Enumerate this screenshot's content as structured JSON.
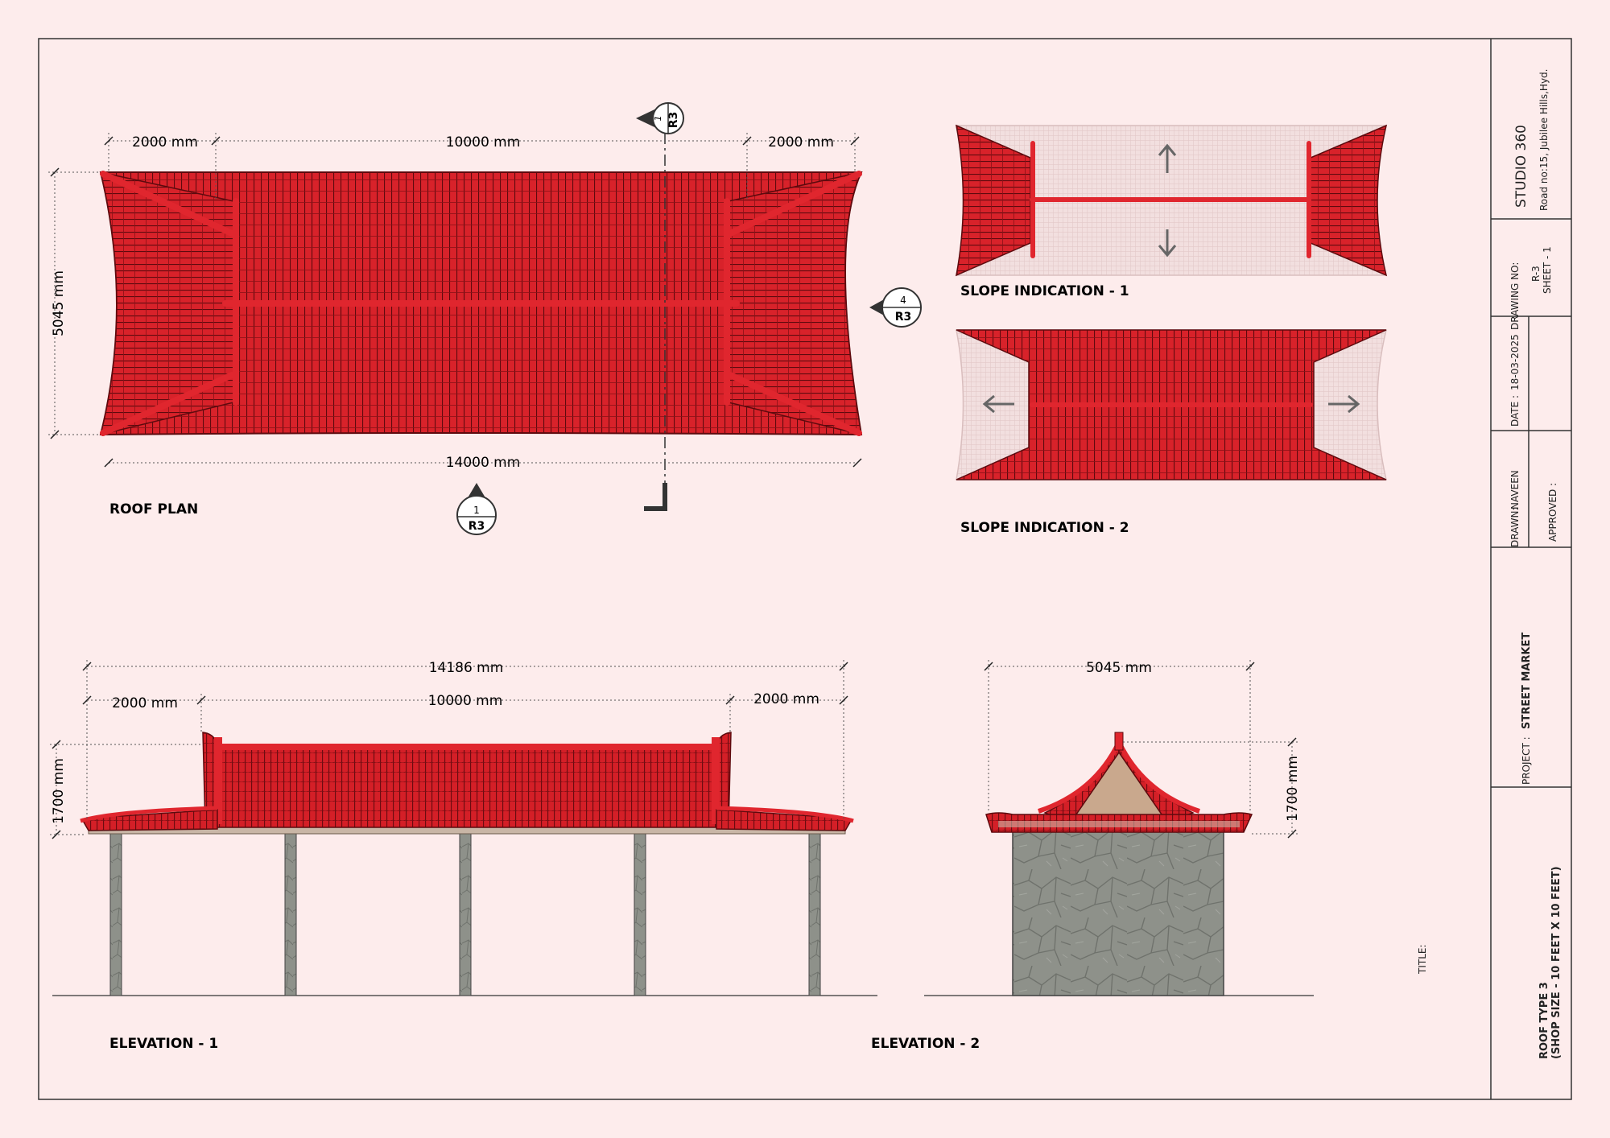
{
  "roof_plan": {
    "title": "ROOF PLAN",
    "dim_left": "2000 mm",
    "dim_mid": "10000 mm",
    "dim_right": "2000 mm",
    "dim_total": "14000 mm",
    "dim_depth": "5045 mm"
  },
  "section_markers": {
    "top": {
      "num": "1",
      "ref": "R3"
    },
    "bottom": {
      "num": "1",
      "ref": "R3"
    },
    "side": {
      "num": "4",
      "ref": "R3"
    }
  },
  "slope1": {
    "title": "SLOPE INDICATION - 1"
  },
  "slope2": {
    "title": "SLOPE INDICATION - 2"
  },
  "elevation1": {
    "title": "ELEVATION - 1",
    "dim_total": "14186  mm",
    "dim_left": "2000 mm",
    "dim_mid": "10000 mm",
    "dim_right": "2000 mm",
    "dim_height": "1700 mm"
  },
  "elevation2": {
    "title": "ELEVATION - 2",
    "dim_width": "5045 mm",
    "dim_height": "1700 mm"
  },
  "title_block": {
    "studio": "STUDIO 360",
    "address": "Road no:15, Jubilee Hills,Hyd.",
    "drawing_no_label": "DRAWING NO:",
    "drawing_no": "R-3",
    "sheet": "SHEET - 1",
    "date_label": "DATE :",
    "date": "18-03-2025",
    "drawn_label": "DRAWN:",
    "drawn": "NAVEEN",
    "approved_label": "APPROVED :",
    "project_label": "PROJECT :",
    "project": "STREET MARKET",
    "title_label": "TITLE:",
    "title_line1": "ROOF TYPE 3",
    "title_line2": "(SHOP SIZE - 10 FEET X 10 FEET)"
  },
  "colors": {
    "background": "#fdecec",
    "roof_red": "#d8222a",
    "roof_dark": "#7a0d12",
    "stone": "#8f928b",
    "line": "#333333"
  }
}
